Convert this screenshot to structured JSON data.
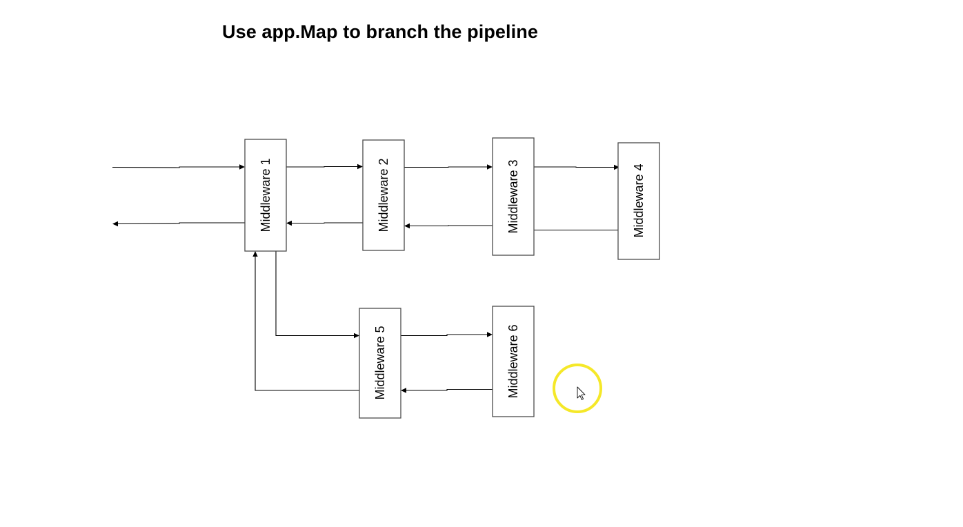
{
  "title": "Use app.Map to branch the pipeline",
  "nodes": [
    {
      "id": "m1",
      "label": "Middleware 1"
    },
    {
      "id": "m2",
      "label": "Middleware 2"
    },
    {
      "id": "m3",
      "label": "Middleware 3"
    },
    {
      "id": "m4",
      "label": "Middleware 4"
    },
    {
      "id": "m5",
      "label": "Middleware 5"
    },
    {
      "id": "m6",
      "label": "Middleware 6"
    }
  ],
  "edges": [
    {
      "id": "in-m1",
      "from": "entry",
      "to": "m1"
    },
    {
      "id": "m1-exit",
      "from": "m1",
      "to": "exit"
    },
    {
      "id": "m1-m2",
      "from": "m1",
      "to": "m2"
    },
    {
      "id": "m2-m1",
      "from": "m2",
      "to": "m1"
    },
    {
      "id": "m2-m3",
      "from": "m2",
      "to": "m3"
    },
    {
      "id": "m3-m2",
      "from": "m3",
      "to": "m2"
    },
    {
      "id": "m3-m4",
      "from": "m3",
      "to": "m4"
    },
    {
      "id": "m4-m3",
      "from": "m4",
      "to": "m3"
    },
    {
      "id": "m1-m5",
      "from": "m1",
      "to": "m5"
    },
    {
      "id": "m5-m1",
      "from": "m5",
      "to": "m1"
    },
    {
      "id": "m5-m6",
      "from": "m5",
      "to": "m6"
    },
    {
      "id": "m6-m5",
      "from": "m6",
      "to": "m5"
    }
  ],
  "colors": {
    "box_border": "#4a4a4a",
    "line": "#000000",
    "cursor_highlight": "#f5e829"
  },
  "cursor": {
    "icon": "mouse-pointer-icon"
  }
}
